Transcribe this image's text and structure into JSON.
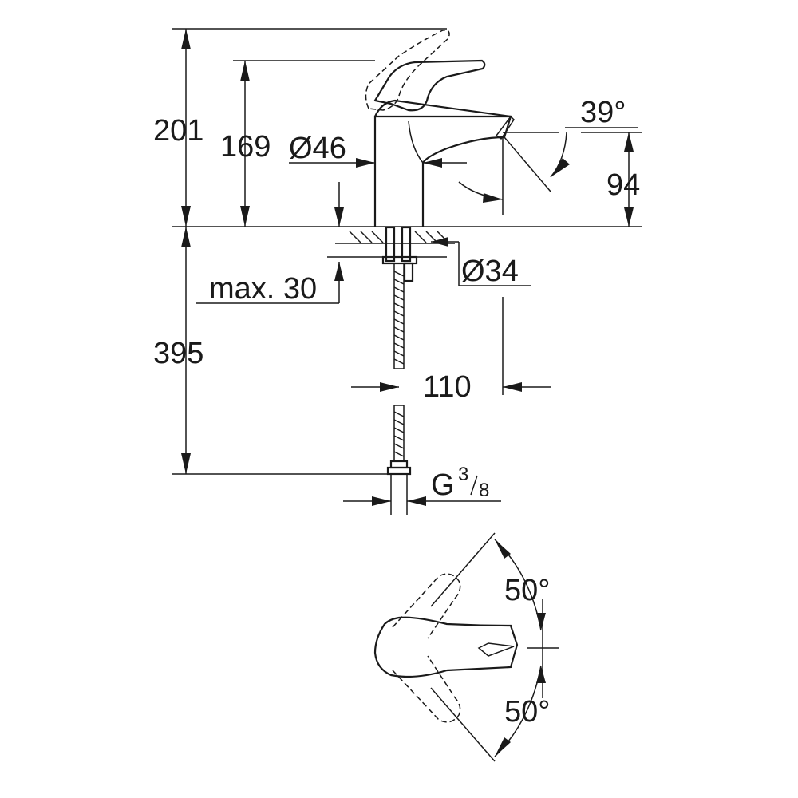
{
  "dimensions": {
    "height_total": "201",
    "height_spout": "169",
    "diameter_body": "Ø46",
    "spout_angle": "39°",
    "spout_height": "94",
    "diameter_base": "Ø34",
    "max_thickness": "max. 30",
    "hose_length": "395",
    "projection": "110",
    "connection_letter": "G",
    "connection_num": "3",
    "connection_den": "8",
    "lever_angle_top": "50°",
    "lever_angle_bottom": "50°"
  }
}
